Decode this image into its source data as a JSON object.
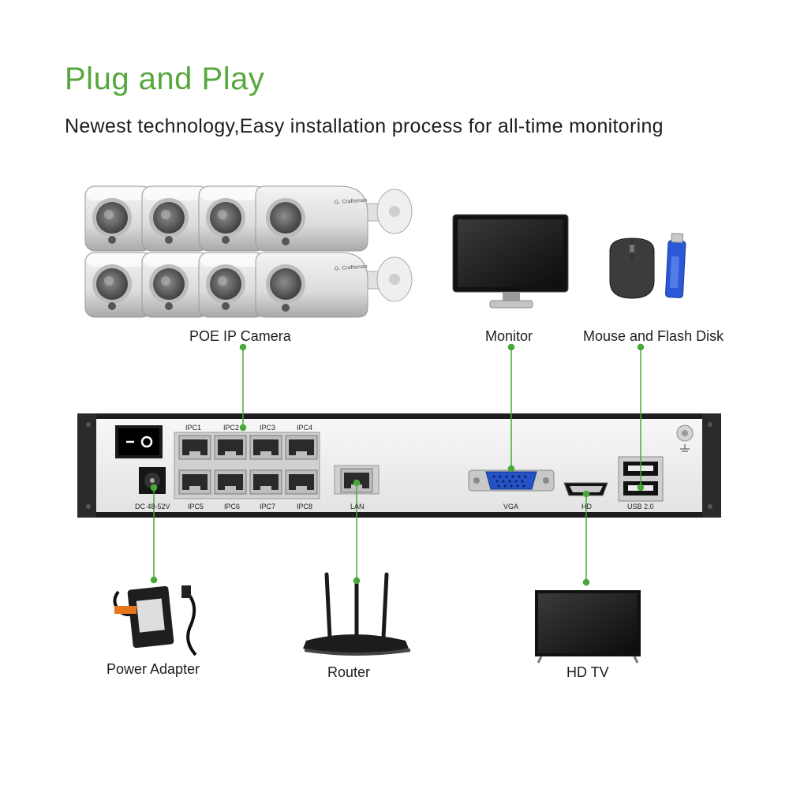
{
  "header": {
    "title": "Plug and Play",
    "subtitle": "Newest technology,Easy installation process for all-time monitoring"
  },
  "devices": {
    "camera": "POE IP Camera",
    "camera_brand": "G. Craftsman",
    "monitor": "Monitor",
    "mouse_flash": "Mouse and Flash Disk",
    "power_adapter": "Power Adapter",
    "router": "Router",
    "hdtv": "HD TV"
  },
  "nvr_ports": {
    "ipc_top": [
      "IPC1",
      "IPC2",
      "IPC3",
      "IPC4"
    ],
    "ipc_bottom": [
      "IPC5",
      "IPC6",
      "IPC7",
      "IPC8"
    ],
    "dc": "DC 48-52V",
    "lan": "LAN",
    "vga": "VGA",
    "hd": "HD",
    "usb": "USB 2.0"
  },
  "colors": {
    "accent": "#56a83c",
    "connector": "#4aa83a"
  }
}
